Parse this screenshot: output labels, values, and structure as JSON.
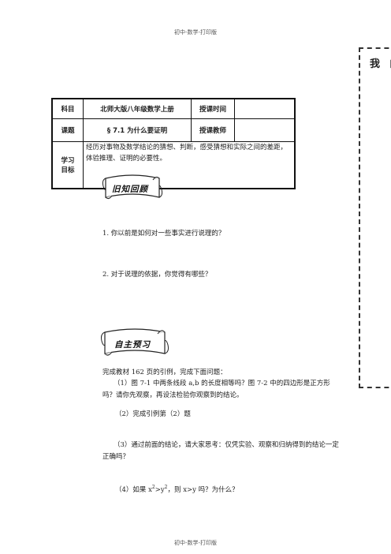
{
  "header": {
    "text": "初中-数学-打印版"
  },
  "footer": {
    "text": "初中-数学-打印版"
  },
  "sidebar": {
    "title": "我 的"
  },
  "table": {
    "subject_label": "科目",
    "subject_value": "北师大版八年级数学上册",
    "time_label": "授课时间",
    "time_value": "",
    "topic_label": "课题",
    "topic_value": "§ 7.1 为什么要证明",
    "teacher_label": "授课教师",
    "teacher_value": "",
    "goal_label_1": "学习",
    "goal_label_2": "目标",
    "goal_text": "经历对事物及数学结论的猜想、判断，感受猜想和实际之间的差距，体验推理、证明的必要性。"
  },
  "banners": {
    "review": "旧知回顾",
    "preview": "自主预习"
  },
  "review": {
    "q1": "1. 你以前是如何对一些事实进行说理的？",
    "q2": "2. 对于说理的依据，你觉得有哪些？"
  },
  "preview": {
    "intro": "完成教材 162 页的引例，完成下面问题：",
    "item1": "（1）图 7-1 中两条线段 a,b 的长度相等吗？图 7-2 中的四边形是正方形吗？请你先观察，再设法检验你观察到的结论。",
    "item2": "（2）完成引例第（2）题",
    "item3": "（3）通过前面的结论，请大家思考：仅凭实验、观察和归纳得到的结论一定正确吗？",
    "item4_pre": "（4）如果 x",
    "item4_sup1": "2",
    "item4_mid": ">y",
    "item4_sup2": "2",
    "item4_post": "，则 x>y 吗？为什么？"
  }
}
